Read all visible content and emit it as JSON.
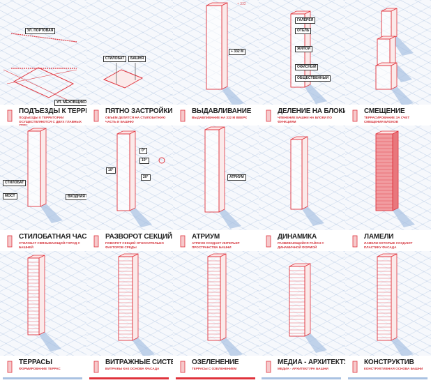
{
  "top_note": "+ 332",
  "colors": {
    "red": "#e0323c",
    "blue": "#a9c2e2",
    "text": "#222222"
  },
  "panels": [
    {
      "title": "ПОДЪЕЗДЫ К ТЕРРИТОРИИ",
      "description": "ПОДЪЕЗДЫ К ТЕРРИТОРИИ ОСУЩЕСТВЛЯЮТСЯ С ДВУХ ГЛАВНЫХ УЛИЦ",
      "bar": "red",
      "icon": "road-access-icon",
      "labels": [
        "УЛ. ПОРТОВАЯ",
        "УЛ. МЕХОВЩИКОВ"
      ]
    },
    {
      "title": "ПЯТНО ЗАСТРОЙКИ",
      "description": "ОБЪЕМ ДЕЛИТСЯ НА СТИЛОБАТНУЮ ЧАСТЬ И БАШНЮ",
      "bar": "red",
      "icon": "footprint-icon",
      "labels": [
        "СТИЛОБАТ",
        "БАШНЯ"
      ]
    },
    {
      "title": "ВЫДАВЛИВАНИЕ",
      "description": "ВЫДАВЛИВАНИЕ НА 332 М ВВЕРХ",
      "bar": "blue",
      "icon": "extrude-icon",
      "labels": [
        "+ 332 М"
      ]
    },
    {
      "title": "ДЕЛЕНИЕ НА БЛОКИ",
      "description": "ЧЛЕНЕНИЕ БАШНИ НА БЛОКИ ПО ФУНКЦИЯМ",
      "bar": "red",
      "icon": "blocks-icon",
      "labels": [
        "ГАЛЕРЕЯ",
        "ОТЕЛЬ",
        "ЖИЛОЙ",
        "ОФИСНЫЙ",
        "ОБЩЕСТВЕННЫЙ"
      ]
    },
    {
      "title": "СМЕЩЕНИЕ",
      "description": "ТЕРРАСИРОВАНИЕ ЗА СЧЕТ СМЕЩЕНИЯ БЛОКОВ",
      "bar": "red",
      "icon": "offset-icon",
      "labels": []
    },
    {
      "title": "СТИЛОБАТНАЯ ЧАСТЬ",
      "description": "СТИЛОБАТ СВЯЗЫВАЮЩИЙ ГОРОД С БАШНЕЙ",
      "bar": "blue",
      "icon": "podium-icon",
      "labels": [
        "СТИЛОБАТ",
        "МОСТ",
        "ВХОДНАЯ ГРУППА"
      ]
    },
    {
      "title": "РАЗВОРОТ СЕКЦИЙ",
      "description": "ПОВОРОТ СЕКЦИЙ ОТНОСИТЕЛЬНО ФАКТОРОВ СРЕДЫ",
      "bar": "red",
      "icon": "rotate-icon",
      "labels": [
        "0°",
        "10°",
        "20°",
        "10°"
      ]
    },
    {
      "title": "АТРИУМ",
      "description": "АТРИУМ СОЗДАЕТ ИНТЕРЬЕР ПРОСТРАНСТВА БАШНИ",
      "bar": "blue",
      "icon": "atrium-icon",
      "labels": [
        "АТРИУМ"
      ]
    },
    {
      "title": "ДИНАМИКА",
      "description": "РАЗВИВАЮЩИЙСЯ РАЙОН С ДИНАМИЧНОЙ ФОРМОЙ",
      "bar": "blue",
      "icon": "dynamics-icon",
      "labels": []
    },
    {
      "title": "ЛАМЕЛИ",
      "description": "ЛАМЕЛИ КОТОРЫЕ СОЗДАЮТ ПЛАСТИКУ ФАСАДА",
      "bar": "red",
      "icon": "lamella-icon",
      "labels": []
    },
    {
      "title": "ТЕРРАСЫ",
      "description": "ФОРМИРОВАНИЕ ТЕРРАС",
      "bar": "blue",
      "icon": "terrace-icon",
      "labels": []
    },
    {
      "title": "ВИТРАЖНЫЕ СИСТЕМЫ",
      "description": "ВИТРАЖЫ КАК ОСНОВА ФАСАДА",
      "bar": "red",
      "icon": "glazing-icon",
      "labels": []
    },
    {
      "title": "ОЗЕЛЕНЕНИЕ",
      "description": "ТЕРРАСЫ С ОЗЕЛЕНЕНИЕМ",
      "bar": "red",
      "icon": "greenery-icon",
      "labels": []
    },
    {
      "title": "МЕДИА - АРХИТЕКТУРА",
      "description": "МЕДИА - АРХИТЕКТУРА БАШНИ",
      "bar": "blue",
      "icon": "media-icon",
      "labels": []
    },
    {
      "title": "КОНСТРУКТИВ",
      "description": "КОНСТРУКТИВНАЯ ОСНОВА БАШНИ",
      "bar": "blue",
      "icon": "structure-icon",
      "labels": []
    }
  ]
}
